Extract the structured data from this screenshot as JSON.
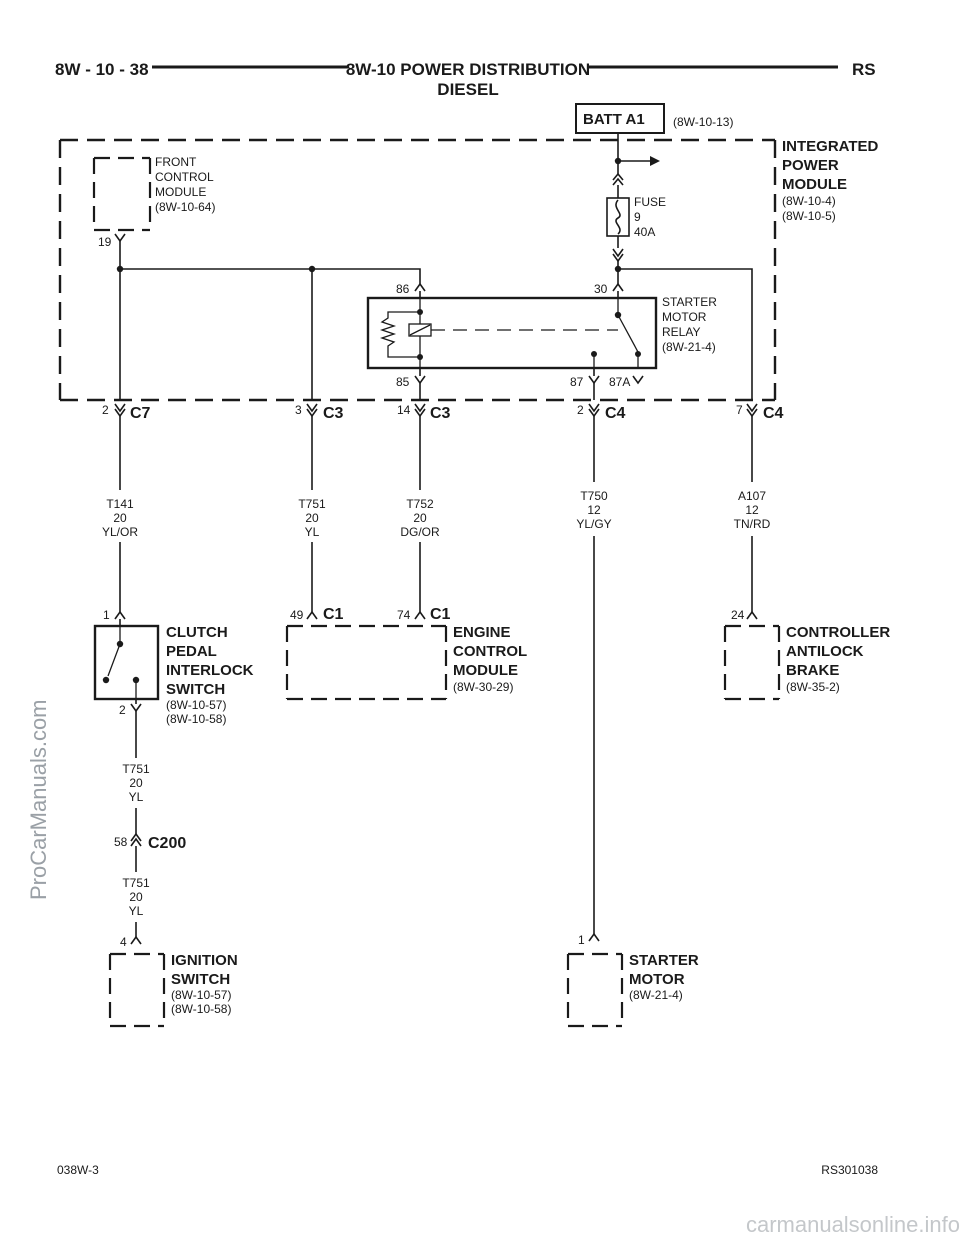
{
  "header": {
    "left": "8W - 10 - 38",
    "title": "8W-10 POWER DISTRIBUTION",
    "subtitle": "DIESEL",
    "right": "RS"
  },
  "batt": {
    "label": "BATT A1",
    "ref": "(8W-10-13)"
  },
  "ipm": {
    "line1": "INTEGRATED",
    "line2": "POWER",
    "line3": "MODULE",
    "ref1": "(8W-10-4)",
    "ref2": "(8W-10-5)"
  },
  "fcm": {
    "line1": "FRONT",
    "line2": "CONTROL",
    "line3": "MODULE",
    "ref": "(8W-10-64)",
    "pin": "19"
  },
  "fuse": {
    "line1": "FUSE",
    "line2": "9",
    "line3": "40A"
  },
  "relay": {
    "line1": "STARTER",
    "line2": "MOTOR",
    "line3": "RELAY",
    "ref": "(8W-21-4)",
    "pin86": "86",
    "pin30": "30",
    "pin85": "85",
    "pin87": "87",
    "pin87a": "87A"
  },
  "connectors": {
    "c7": {
      "pin": "2",
      "name": "C7"
    },
    "c3a": {
      "pin": "3",
      "name": "C3"
    },
    "c3b": {
      "pin": "14",
      "name": "C3"
    },
    "c4a": {
      "pin": "2",
      "name": "C4"
    },
    "c4b": {
      "pin": "7",
      "name": "C4"
    },
    "ecm1": {
      "pin": "49",
      "name": "C1"
    },
    "ecm2": {
      "pin": "74",
      "name": "C1"
    },
    "c200": {
      "pin": "58",
      "name": "C200"
    }
  },
  "wires": {
    "t141": {
      "code": "T141",
      "gauge": "20",
      "color": "YL/OR"
    },
    "t751a": {
      "code": "T751",
      "gauge": "20",
      "color": "YL"
    },
    "t752": {
      "code": "T752",
      "gauge": "20",
      "color": "DG/OR"
    },
    "t750": {
      "code": "T750",
      "gauge": "12",
      "color": "YL/GY"
    },
    "a107": {
      "code": "A107",
      "gauge": "12",
      "color": "TN/RD"
    },
    "t751b": {
      "code": "T751",
      "gauge": "20",
      "color": "YL"
    },
    "t751c": {
      "code": "T751",
      "gauge": "20",
      "color": "YL"
    }
  },
  "clutch": {
    "line1": "CLUTCH",
    "line2": "PEDAL",
    "line3": "INTERLOCK",
    "line4": "SWITCH",
    "ref1": "(8W-10-57)",
    "ref2": "(8W-10-58)",
    "pin1": "1",
    "pin2": "2"
  },
  "ecm": {
    "line1": "ENGINE",
    "line2": "CONTROL",
    "line3": "MODULE",
    "ref": "(8W-30-29)"
  },
  "cab": {
    "line1": "CONTROLLER",
    "line2": "ANTILOCK",
    "line3": "BRAKE",
    "ref": "(8W-35-2)",
    "pin": "24"
  },
  "ign": {
    "line1": "IGNITION",
    "line2": "SWITCH",
    "ref1": "(8W-10-57)",
    "ref2": "(8W-10-58)",
    "pin": "4"
  },
  "starter": {
    "line1": "STARTER",
    "line2": "MOTOR",
    "ref": "(8W-21-4)",
    "pin": "1"
  },
  "footer": {
    "left": "038W-3",
    "right": "RS301038"
  },
  "watermark": {
    "side": "ProCarManuals.com",
    "bottom": "carmanualsonline.info"
  }
}
